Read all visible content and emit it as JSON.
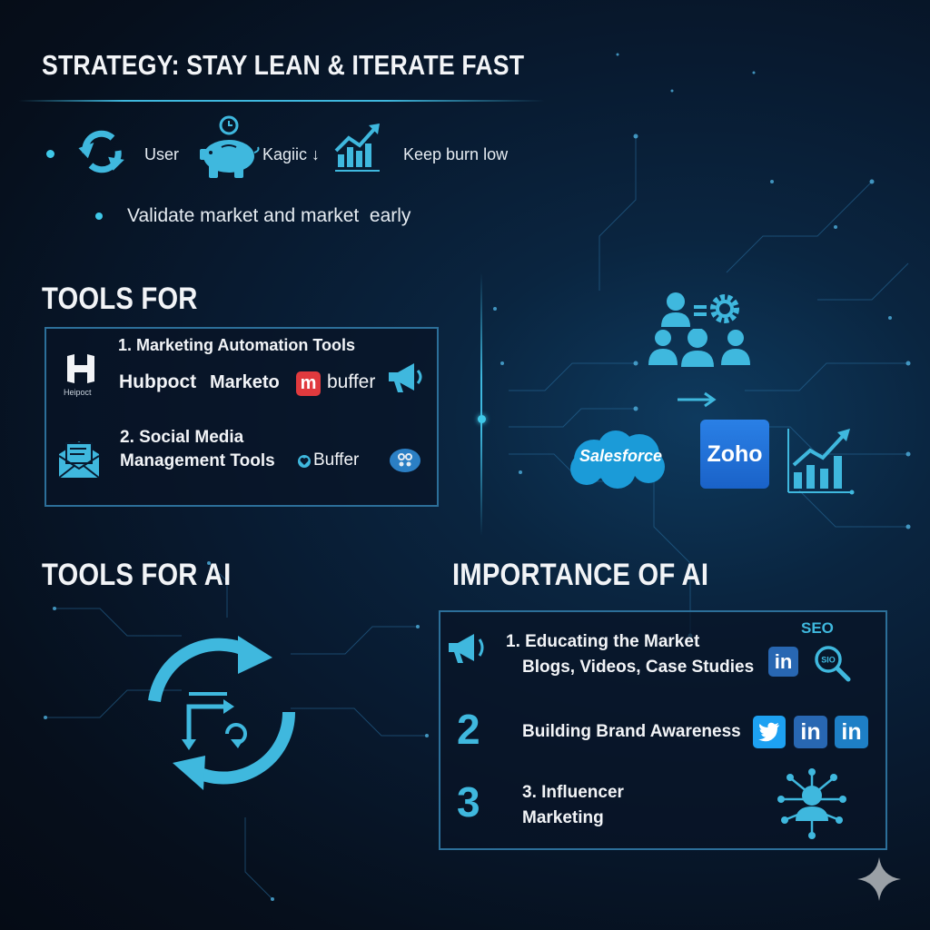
{
  "strategy": {
    "title": "STRATEGY: STAY LEAN & ITERATE FAST",
    "items": [
      {
        "icon": "refresh-icon",
        "label": "User"
      },
      {
        "icon": "piggy-bank-icon",
        "label": "Kagiic ↓"
      },
      {
        "icon": "growth-chart-icon",
        "label": "Keep burn low"
      }
    ],
    "bullet2": "Validate market and market  early"
  },
  "tools_for": {
    "title": "TOOLS FOR",
    "section1": {
      "heading": "1. Marketing Automation Tools",
      "logo_caption": "Heipoct",
      "brands": [
        "Hubpoct",
        "Marketo",
        "m",
        "buffer"
      ],
      "icon": "megaphone-icon"
    },
    "section2": {
      "heading_line1": "2. Social Media",
      "heading_line2": "Management Tools",
      "icon": "envelope-icon",
      "brands": [
        "Buffer"
      ]
    }
  },
  "crm_panel": {
    "brands": [
      "Salesforce",
      "Zoho"
    ],
    "icons": [
      "users-gear-icon",
      "team-icon",
      "arrow-right-icon",
      "growth-chart-icon"
    ]
  },
  "tools_for_ai": {
    "title": "TOOLS FOR AI",
    "icon": "cycle-arrows-icon"
  },
  "importance": {
    "title": "IMPORTANCE OF AI",
    "items": [
      {
        "number": "",
        "line1": "1. Educating the Market",
        "line2": "Blogs, Videos, Case Studies",
        "tag": "SEO",
        "seo_badge": "SIO"
      },
      {
        "number": "2",
        "line1": "Building Brand Awareness",
        "line2": ""
      },
      {
        "number": "3",
        "line1": "3. Influencer",
        "line2": "Marketing"
      }
    ],
    "linkedin": "in"
  },
  "colors": {
    "accent": "#3fb8de",
    "background": "#081a30",
    "border": "#2c6f99",
    "marketo_red": "#e03a3e",
    "zoho_blue": "#1d6fd8",
    "salesforce_blue": "#1b9bd8",
    "linkedin_blue": "#2867b2",
    "twitter_blue": "#1da1f2"
  }
}
